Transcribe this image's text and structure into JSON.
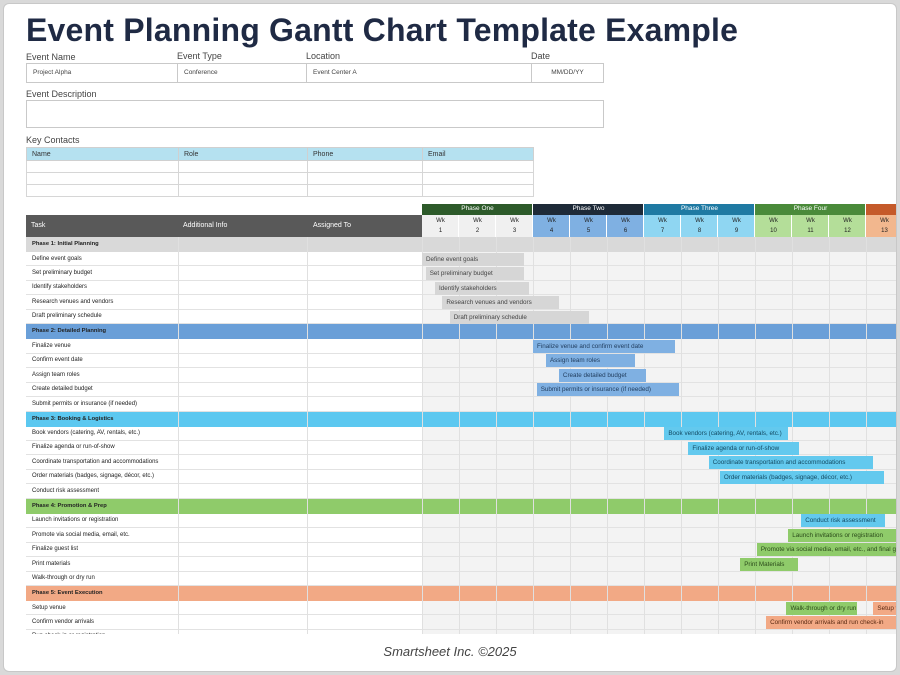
{
  "title": "Event Planning Gantt Chart Template Example",
  "event": {
    "fields": [
      {
        "label": "Event Name",
        "value": "Project Alpha"
      },
      {
        "label": "Event Type",
        "value": "Conference"
      },
      {
        "label": "Location",
        "value": "Event Center A"
      },
      {
        "label": "Date",
        "value": "MM/DD/YY"
      }
    ],
    "description_label": "Event Description",
    "description_value": ""
  },
  "key_contacts": {
    "label": "Key Contacts",
    "columns": [
      "Name",
      "Role",
      "Phone",
      "Email"
    ],
    "rows": [
      [
        "",
        "",
        "",
        ""
      ],
      [
        "",
        "",
        "",
        ""
      ],
      [
        "",
        "",
        "",
        ""
      ]
    ]
  },
  "gantt": {
    "columns": {
      "task": "Task",
      "info": "Additional Info",
      "assigned": "Assigned To"
    },
    "phases": [
      {
        "name": "Phase One",
        "weeks": [
          1,
          2,
          3
        ],
        "color": "#2d5a2a",
        "light": "#f0f0f0"
      },
      {
        "name": "Phase Two",
        "weeks": [
          4,
          5,
          6
        ],
        "color": "#1e2a38",
        "light": "#7fb0e2"
      },
      {
        "name": "Phase Three",
        "weeks": [
          7,
          8,
          9
        ],
        "color": "#1f7aa3",
        "light": "#8fd6f2"
      },
      {
        "name": "Phase Four",
        "weeks": [
          10,
          11,
          12
        ],
        "color": "#4a8a3a",
        "light": "#b4de99"
      },
      {
        "name": "",
        "weeks": [
          13
        ],
        "color": "#c55a2a",
        "light": "#f2b78e"
      }
    ],
    "week_prefix": "Wk",
    "sections": [
      {
        "name": "Phase 1: Initial Planning",
        "color": "#d9d9d9",
        "bar_color": "#d6d6d6",
        "bar_text": "#444",
        "tasks": [
          {
            "task": "Define event goals",
            "bar": {
              "label": "Define event goals",
              "start": 0.0,
              "end": 2.75
            }
          },
          {
            "task": "Set preliminary budget",
            "bar": {
              "label": "Set preliminary budget",
              "start": 0.1,
              "end": 2.75
            }
          },
          {
            "task": "Identify stakeholders",
            "bar": {
              "label": "Identify stakeholders",
              "start": 0.35,
              "end": 2.9
            }
          },
          {
            "task": "Research venues and vendors",
            "bar": {
              "label": "Research venues and vendors",
              "start": 0.55,
              "end": 3.7
            }
          },
          {
            "task": "Draft preliminary schedule",
            "bar": {
              "label": "Draft preliminary schedule",
              "start": 0.75,
              "end": 4.5
            }
          }
        ]
      },
      {
        "name": "Phase 2: Detailed Planning",
        "color": "#6a9fd8",
        "bar_color": "#7fb0e2",
        "bar_text": "#1f3b5c",
        "tasks": [
          {
            "task": "Finalize venue",
            "bar": {
              "label": "Finalize venue and confirm event date",
              "start": 3.0,
              "end": 6.85
            }
          },
          {
            "task": "Confirm event date",
            "bar": {
              "label": "Assign team roles",
              "start": 3.35,
              "end": 5.75
            }
          },
          {
            "task": "Assign team roles",
            "bar": {
              "label": "Create detailed budget",
              "start": 3.7,
              "end": 6.05
            }
          },
          {
            "task": "Create detailed budget",
            "bar": {
              "label": "Submit permits or insurance (if needed)",
              "start": 3.1,
              "end": 6.95
            }
          },
          {
            "task": "Submit permits or insurance (if needed)",
            "bar": null
          }
        ]
      },
      {
        "name": "Phase 3: Booking & Logistics",
        "color": "#5cc8f0",
        "bar_color": "#63c9ee",
        "bar_text": "#134a63",
        "tasks": [
          {
            "task": "Book vendors (catering, AV, rentals, etc.)",
            "bar": {
              "label": "Book vendors (catering, AV, rentals, etc.)",
              "start": 6.55,
              "end": 9.9
            }
          },
          {
            "task": "Finalize agenda or run-of-show",
            "bar": {
              "label": "Finalize agenda or run-of-show",
              "start": 7.2,
              "end": 10.2
            }
          },
          {
            "task": "Coordinate transportation and accommodations",
            "bar": {
              "label": "Coordinate transportation and accommodations",
              "start": 7.75,
              "end": 12.2
            }
          },
          {
            "task": "Order materials (badges, signage, décor, etc.)",
            "bar": {
              "label": "Order materials (badges, signage, décor, etc.)",
              "start": 8.05,
              "end": 12.5
            }
          },
          {
            "task": "Conduct risk assessment",
            "bar": null
          }
        ]
      },
      {
        "name": "Phase 4: Promotion & Prep",
        "color": "#8fcb6a",
        "bar_color": "#8fcb6a",
        "bar_text": "#2a4a1a",
        "tasks": [
          {
            "task": "Launch invitations or registration",
            "bar": {
              "label": "Conduct risk assessment",
              "start": 10.25,
              "end": 12.5,
              "color": "#63c9ee",
              "text": "#134a63"
            }
          },
          {
            "task": "Promote via social media, email, etc.",
            "bar": {
              "label": "Launch invitations or registration",
              "start": 9.9,
              "end": 13.0
            }
          },
          {
            "task": "Finalize guest list",
            "bar": {
              "label": "Promote via social media, email, etc., and final guest list",
              "start": 9.05,
              "end": 13.0
            }
          },
          {
            "task": "Print materials",
            "bar": {
              "label": "Print Materials",
              "start": 8.6,
              "end": 10.15
            }
          },
          {
            "task": "Walk-through or dry run",
            "bar": null
          }
        ]
      },
      {
        "name": "Phase 5: Event Execution",
        "color": "#f2a985",
        "bar_color": "#f2a985",
        "bar_text": "#5a2a12",
        "tasks": [
          {
            "task": "Setup venue",
            "bar": {
              "label": "Walk-through or dry run",
              "start": 9.85,
              "end": 11.75,
              "color": "#8fcb6a",
              "text": "#2a4a1a"
            },
            "bar2": {
              "label": "Setup venue",
              "start": 12.2,
              "end": 13.0
            }
          },
          {
            "task": "Confirm vendor arrivals",
            "bar": {
              "label": "Confirm vendor arrivals and run check-in",
              "start": 9.3,
              "end": 13.0
            }
          },
          {
            "task": "Run check-in or registration",
            "bar": null
          }
        ]
      }
    ]
  },
  "footer": "Smartsheet Inc. ©2025"
}
